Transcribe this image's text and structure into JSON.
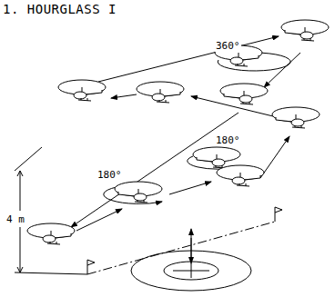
{
  "diagram": {
    "title": "1. HOURGLASS I",
    "labels": [
      "360°",
      "180°",
      "180°",
      "4 m"
    ]
  }
}
